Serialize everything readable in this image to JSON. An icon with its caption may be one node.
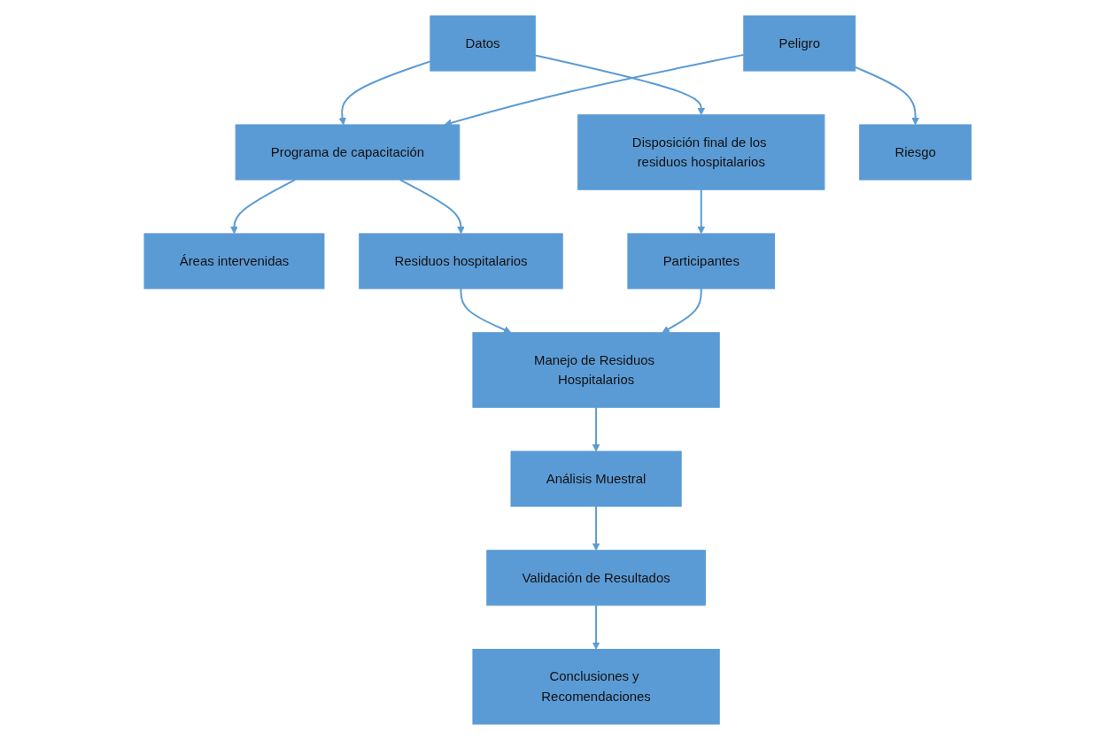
{
  "diagram": {
    "nodes": [
      {
        "text": [
          "Programa de capacitación"
        ]
      },
      {
        "text": [
          "Datos"
        ]
      },
      {
        "text": [
          "Disposición final de los residuos hospitalarios"
        ]
      },
      {
        "text": [
          "Áreas intervenidas"
        ]
      },
      {
        "text": [
          "Peligro"
        ]
      },
      {
        "text": [
          "Residuos hospitalarios"
        ]
      },
      {
        "text": [
          "Participantes"
        ]
      },
      {
        "text": [
          "Riesgo"
        ]
      },
      {
        "text": [
          "Manejo de Residuos Hospitalarios"
        ]
      },
      {
        "text": [
          "Análisis Muestral"
        ]
      },
      {
        "text": [
          "Validación de Resultados"
        ]
      },
      {
        "text": [
          "Conclusiones y Recomendaciones"
        ]
      }
    ],
    "edges": [
      {
        "from": 1,
        "to": 0,
        "arrow": "to"
      },
      {
        "from": 1,
        "to": 2,
        "arrow": "to"
      },
      {
        "from": 0,
        "to": 3,
        "arrow": "to"
      },
      {
        "from": 4,
        "to": 0,
        "arrow": "to"
      },
      {
        "from": 0,
        "to": 5,
        "arrow": "to"
      },
      {
        "from": 2,
        "to": 6,
        "arrow": "to"
      },
      {
        "from": 4,
        "to": 7,
        "arrow": "to"
      },
      {
        "from": 5,
        "to": 8,
        "arrow": "to"
      },
      {
        "from": 6,
        "to": 8,
        "arrow": "to"
      },
      {
        "from": 8,
        "to": 9,
        "arrow": "to"
      },
      {
        "from": 9,
        "to": 10,
        "arrow": "to"
      },
      {
        "from": 10,
        "to": 11,
        "arrow": "to"
      }
    ]
  }
}
